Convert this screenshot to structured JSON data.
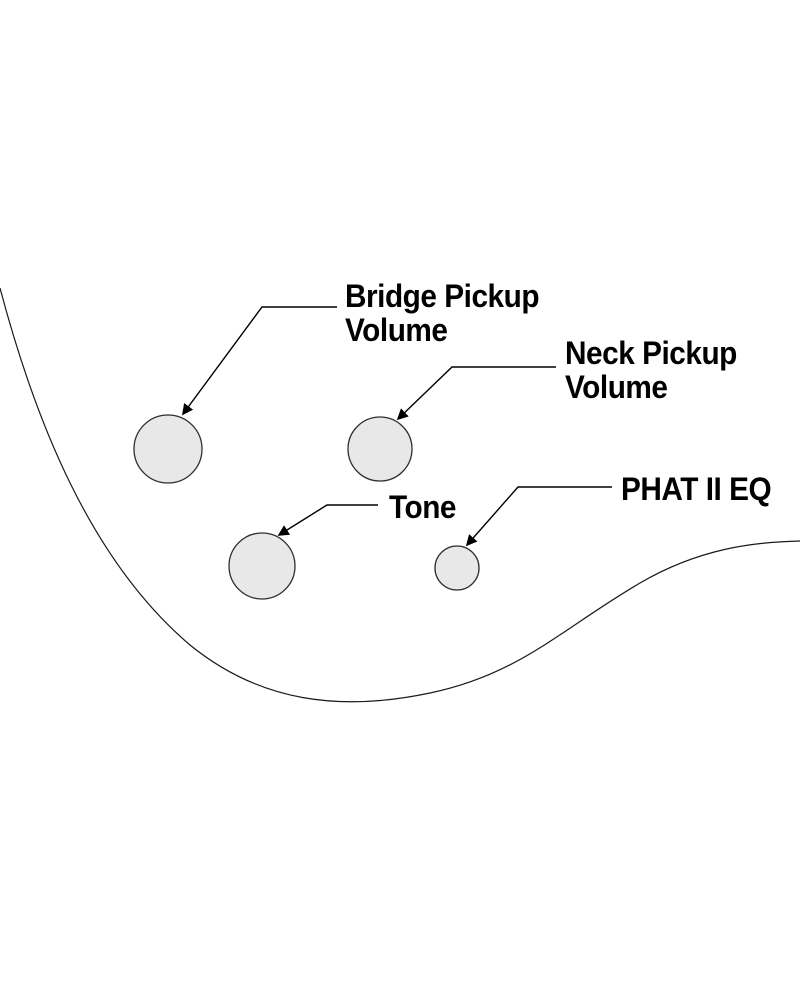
{
  "labels": {
    "bridge": {
      "line1": "Bridge Pickup",
      "line2": "Volume"
    },
    "neck": {
      "line1": "Neck Pickup",
      "line2": "Volume"
    },
    "tone": {
      "line1": "Tone"
    },
    "phat": {
      "line1": "PHAT II EQ"
    }
  },
  "colors": {
    "background": "#ffffff",
    "outline_stroke": "#1a1a1a",
    "knob_fill": "#e8e8e8",
    "knob_stroke": "#2e2e2e",
    "arrow": "#000000",
    "text": "#000000"
  }
}
